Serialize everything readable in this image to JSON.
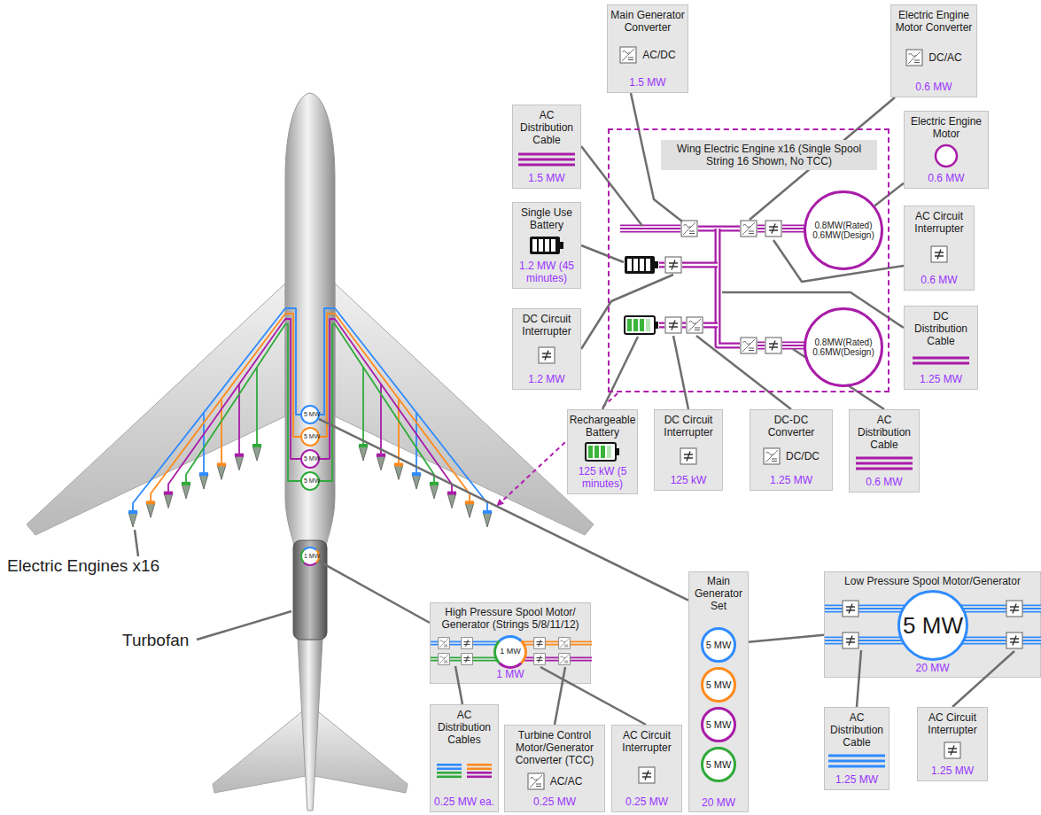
{
  "diagram": {
    "nodes": [
      {
        "text": [
          "Main Generator Converter",
          "AC/DC",
          "1.5 MW"
        ]
      },
      {
        "text": [
          "Electric Engine Motor Converter",
          "DC/AC",
          "0.6 MW"
        ]
      },
      {
        "text": [
          "AC Distribution Cable",
          "1.5 MW"
        ]
      },
      {
        "text": [
          "Wing Electric Engine x16 (Single Spool String 16 Shown, No TCC)"
        ]
      },
      {
        "text": [
          "0.8MW(Rated) 0.6MW(Design)"
        ],
        "in": 3
      },
      {
        "text": [
          "0.8MW(Rated) 0.6MW(Design)"
        ],
        "in": 3
      },
      {
        "text": [
          "Electric Engine Motor",
          "0.6 MW"
        ]
      },
      {
        "text": [
          "Single Use Battery",
          "1.2 MW (45 minutes)"
        ]
      },
      {
        "text": [
          "AC Circuit Interrupter",
          "0.6 MW"
        ]
      },
      {
        "text": [
          "DC Circuit Interrupter",
          "1.2 MW"
        ]
      },
      {
        "text": [
          "DC Distribution Cable",
          "1.25 MW"
        ]
      },
      {
        "text": [
          "Rechargeable Battery",
          "125 kW (5 minutes)"
        ]
      },
      {
        "text": [
          "DC Circuit Interrupter",
          "125 kW"
        ]
      },
      {
        "text": [
          "DC-DC Converter",
          "DC/DC",
          "1.25 MW"
        ]
      },
      {
        "text": [
          "AC Distribution Cable",
          "0.6 MW"
        ]
      },
      {
        "text": [
          "Main Generator Set",
          "20 MW"
        ]
      },
      {
        "text": [
          "5 MW"
        ],
        "in": 15
      },
      {
        "text": [
          "5 MW"
        ],
        "in": 15
      },
      {
        "text": [
          "5 MW"
        ],
        "in": 15
      },
      {
        "text": [
          "5 MW"
        ],
        "in": 15
      },
      {
        "text": [
          "Low Pressure Spool Motor/Generator",
          "20 MW"
        ]
      },
      {
        "text": [
          "5 MW"
        ],
        "in": 20
      },
      {
        "text": [
          "AC Distribution Cable",
          "1.25 MW"
        ]
      },
      {
        "text": [
          "AC Circuit Interrupter",
          "1.25 MW"
        ]
      },
      {
        "text": [
          "High Pressure Spool Motor/ Generator (Strings 5/8/11/12)",
          "1 MW"
        ]
      },
      {
        "text": [
          "1 MW"
        ],
        "in": 24
      },
      {
        "text": [
          "AC Distribution Cables",
          "0.25 MW ea."
        ]
      },
      {
        "text": [
          "Turbine Control Motor/Generator Converter (TCC)",
          "AC/AC",
          "0.25 MW"
        ]
      },
      {
        "text": [
          "AC Circuit Interrupter",
          "0.25 MW"
        ]
      },
      {
        "text": [
          "5 MW"
        ]
      },
      {
        "text": [
          "5 MW"
        ]
      },
      {
        "text": [
          "5 MW"
        ]
      },
      {
        "text": [
          "5 MW"
        ]
      },
      {
        "text": [
          "1 MW"
        ]
      }
    ],
    "edges": [
      {
        "from": 6,
        "to": 4,
        "arrow": "none"
      },
      {
        "from": 16,
        "to": 20,
        "arrow": "none"
      },
      {
        "from": 29,
        "to": 15,
        "arrow": "none"
      },
      {
        "from": 33,
        "to": 24,
        "arrow": "none"
      }
    ],
    "labels": [
      "Electric Engines x16",
      "Turbofan"
    ]
  }
}
